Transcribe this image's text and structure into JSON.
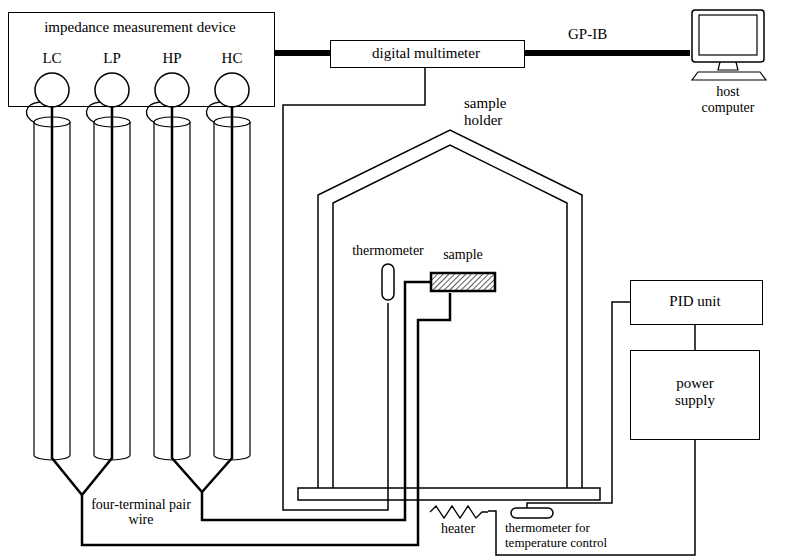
{
  "diagram": {
    "nodes": [
      {
        "text": [
          "impedance measurement device"
        ]
      },
      {
        "text": [
          "digital multimeter"
        ]
      },
      {
        "text": [
          "host computer"
        ]
      },
      {
        "text": [
          "sample holder"
        ]
      },
      {
        "text": [
          "thermometer"
        ],
        "in": 3
      },
      {
        "text": [
          "sample"
        ],
        "in": 3
      },
      {
        "text": [
          "PID unit"
        ]
      },
      {
        "text": [
          "power supply"
        ]
      },
      {
        "text": [
          "heater"
        ]
      },
      {
        "text": [
          "thermometer for temperature control"
        ]
      }
    ],
    "edges": [
      {
        "from": 0,
        "to": 1,
        "arrow": "none"
      },
      {
        "from": 1,
        "to": 2,
        "label": "GP-IB",
        "arrow": "none"
      },
      {
        "from": 1,
        "to": 4,
        "arrow": "none"
      },
      {
        "from": 0,
        "to": 5,
        "arrow": "none"
      },
      {
        "from": 0,
        "to": 5,
        "arrow": "none"
      },
      {
        "from": 6,
        "to": 9,
        "arrow": "none"
      },
      {
        "from": 6,
        "to": 7,
        "arrow": "none"
      },
      {
        "from": 7,
        "to": 8,
        "arrow": "none"
      }
    ],
    "labels": [
      "LC",
      "LP",
      "HP",
      "HC",
      "four-terminal pair wire"
    ]
  }
}
